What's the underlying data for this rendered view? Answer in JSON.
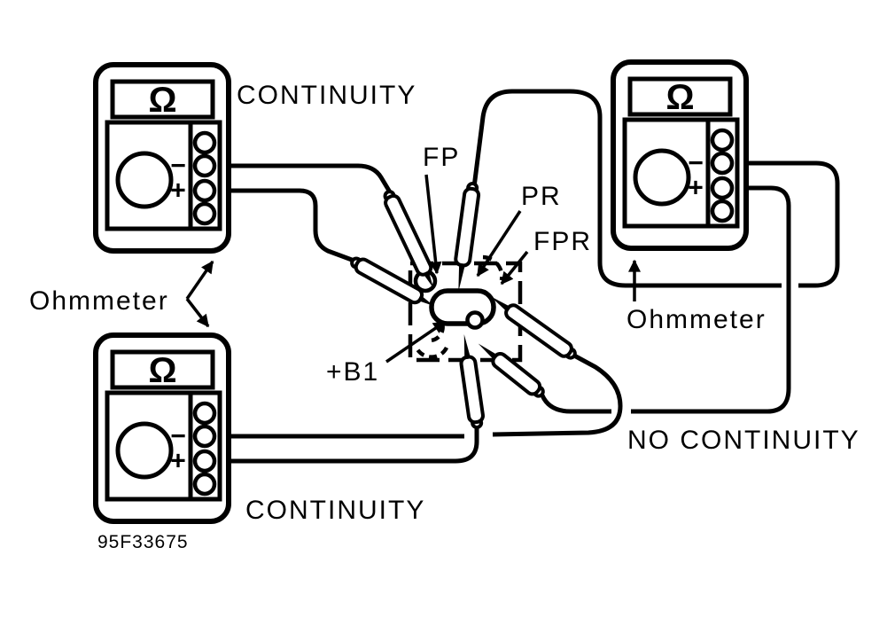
{
  "colors": {
    "ink": "#000000",
    "paper": "#ffffff"
  },
  "figure": {
    "part_number": "95F33675"
  },
  "meters": {
    "top_left": {
      "display_symbol": "Ω",
      "neg_mark": "−",
      "pos_mark": "+",
      "result_label": "CONTINUITY"
    },
    "bottom_left": {
      "display_symbol": "Ω",
      "neg_mark": "−",
      "pos_mark": "+",
      "result_label": "CONTINUITY"
    },
    "right": {
      "display_symbol": "Ω",
      "neg_mark": "−",
      "pos_mark": "+",
      "result_label": "NO CONTINUITY"
    }
  },
  "callouts": {
    "ohmmeter_left": "Ohmmeter",
    "ohmmeter_right": "Ohmmeter"
  },
  "terminals": {
    "fp": "FP",
    "pr": "PR",
    "fpr": "FPR",
    "b1": "+B1"
  }
}
